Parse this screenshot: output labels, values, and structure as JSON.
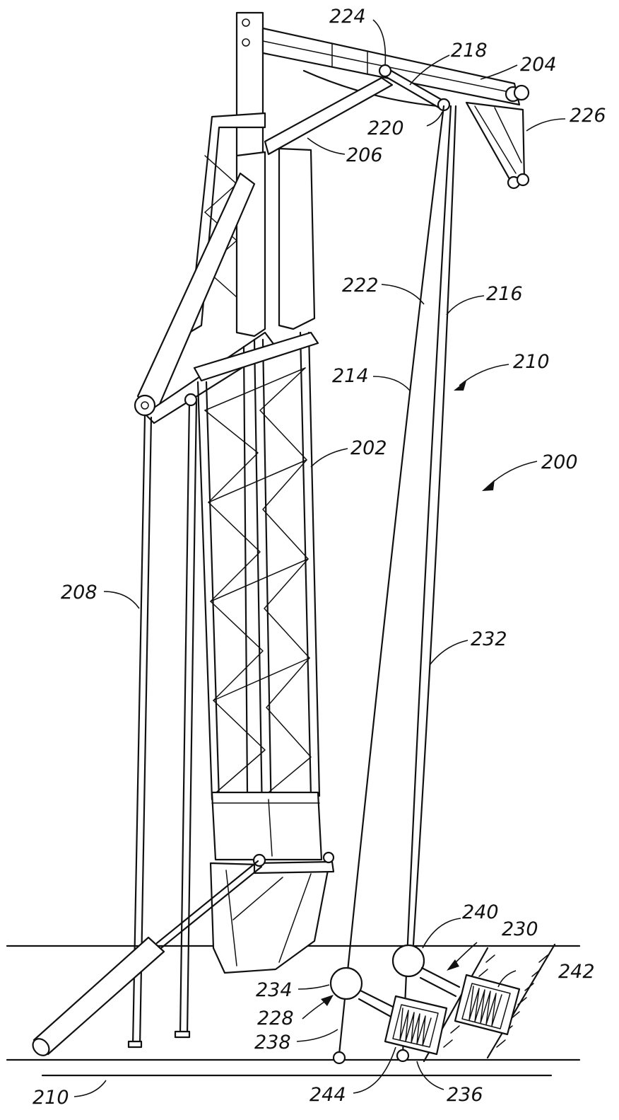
{
  "figure": {
    "labels": {
      "l224": "224",
      "l218": "218",
      "l204": "204",
      "l226": "226",
      "l220": "220",
      "l206": "206",
      "l222": "222",
      "l216": "216",
      "l210a": "210",
      "l214": "214",
      "l202": "202",
      "l200": "200",
      "l208": "208",
      "l232": "232",
      "l240": "240",
      "l230": "230",
      "l242": "242",
      "l234": "234",
      "l228": "228",
      "l238": "238",
      "l210b": "210",
      "l244": "244",
      "l236": "236"
    }
  }
}
